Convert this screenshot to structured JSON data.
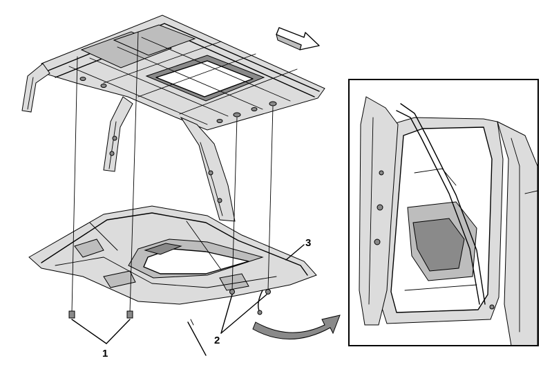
{
  "callouts": {
    "label_1": "1",
    "label_2": "2",
    "label_3": "3"
  },
  "colors": {
    "line": "#000000",
    "fill_light": "#dcdcdc",
    "fill_mid": "#bdbdbd",
    "fill_dark": "#8a8a8a",
    "background": "#ffffff"
  },
  "icons": {
    "front_direction": "arrow-right-icon",
    "detail_pointer": "curved-arrow-icon"
  }
}
